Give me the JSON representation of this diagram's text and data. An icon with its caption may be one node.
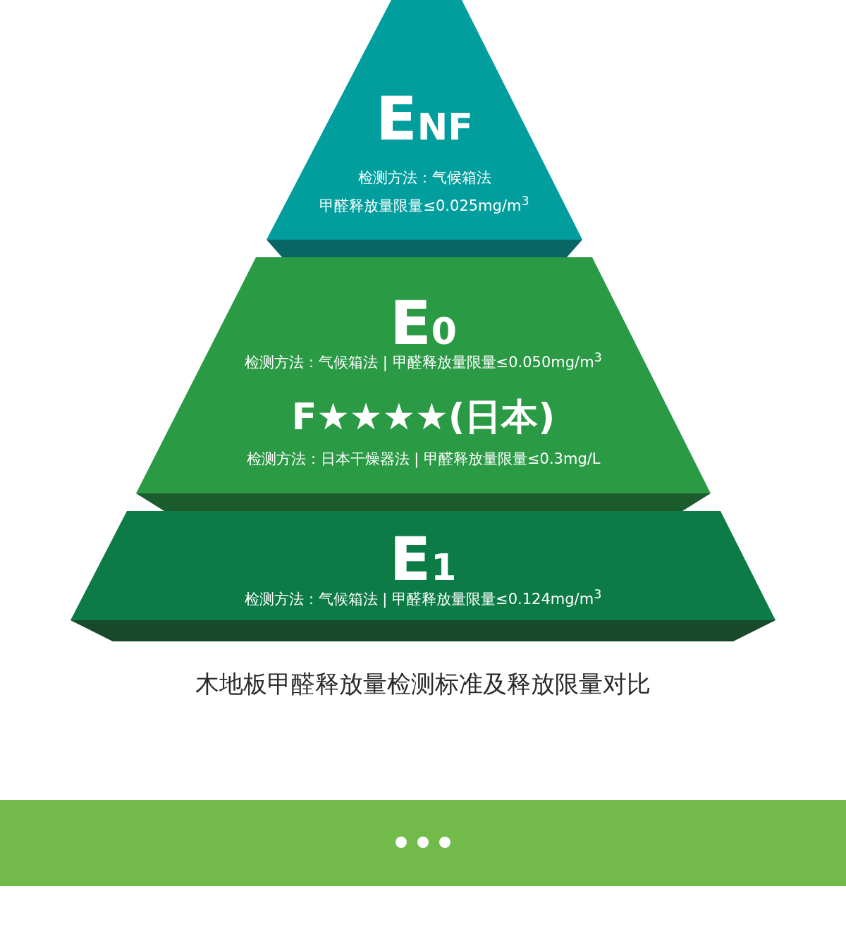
{
  "diagram": {
    "caption": "木地板甲醛释放量检测标准及释放限量对比",
    "nodes": [
      {
        "text": [
          "ENF",
          "检测方法：气候箱法",
          "甲醛释放量限量≤0.025mg/m$^{3}$"
        ]
      },
      {
        "text": [
          "E0",
          "检测方法：气候箱法 | 甲醛释放量限量≤0.050mg/m$^{3}$",
          "F★★★★(日本)",
          "检测方法：日本干燥器法 | 甲醛释放量限量≤0.3mg/L"
        ]
      },
      {
        "text": [
          "E1",
          "检测方法：气候箱法 | 甲醛释放量限量≤0.124mg/m$^{3}$"
        ]
      }
    ],
    "edges": []
  }
}
